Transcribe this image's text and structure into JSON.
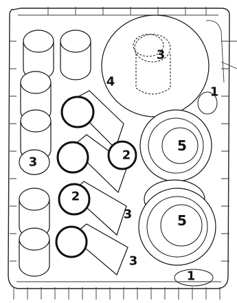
{
  "labels": {
    "l1_top": "1",
    "l1_bottom": "1",
    "l2_left": "2",
    "l2_center": "2",
    "l3_glass": "3",
    "l3_left": "3",
    "l3_mid": "3",
    "l3_low": "3",
    "l4": "4",
    "l5_upper": "5",
    "l5_lower": "5"
  }
}
